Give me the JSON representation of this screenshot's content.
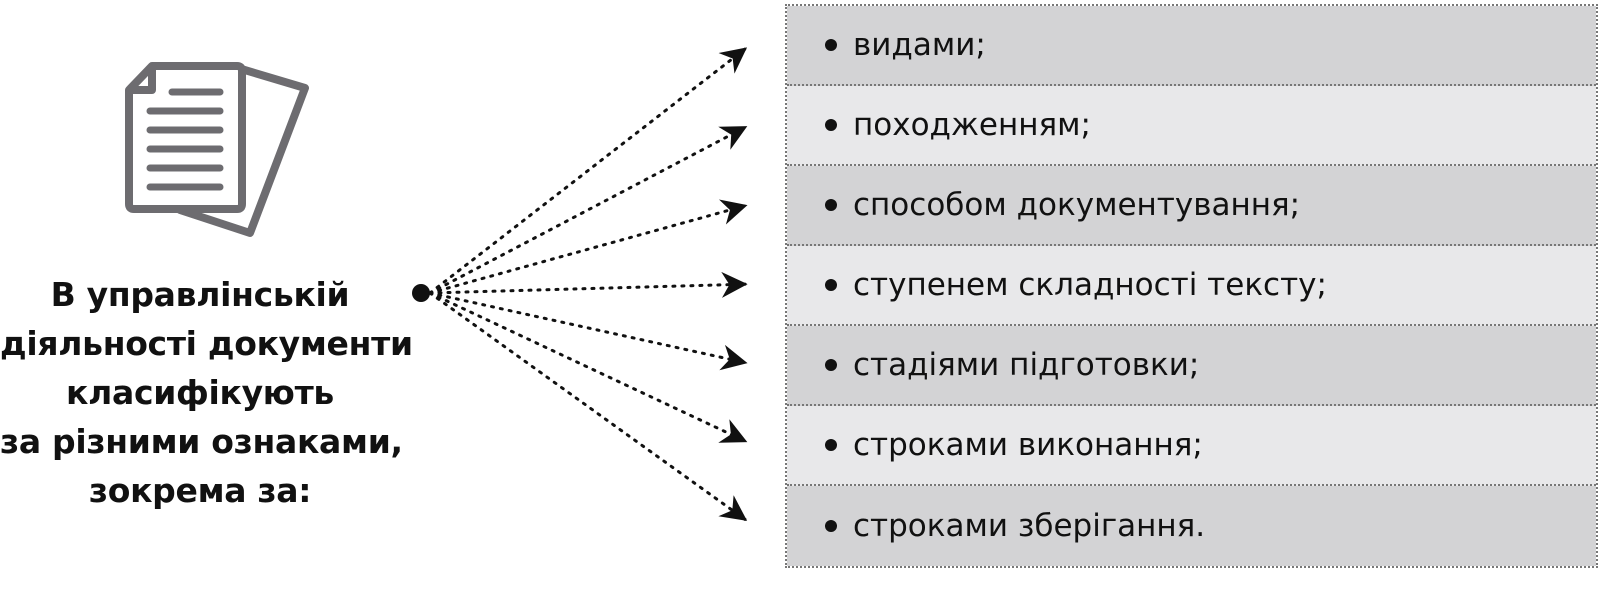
{
  "intro": {
    "lines": [
      "В управлінській",
      "діяльності документи",
      "класифікують",
      "за різними ознаками,",
      "зокрема за:"
    ]
  },
  "items": [
    "видами;",
    "походженням;",
    "способом документування;",
    "ступенем складності тексту;",
    "стадіями підготовки;",
    "строками виконання;",
    "строками зберігання."
  ],
  "icons": {
    "documents": "documents-icon",
    "hub": "hub-dot-icon"
  },
  "colors": {
    "row_dark": "#d3d3d5",
    "row_light": "#e8e8ea",
    "icon": "#6d6c70",
    "text": "#111111"
  }
}
